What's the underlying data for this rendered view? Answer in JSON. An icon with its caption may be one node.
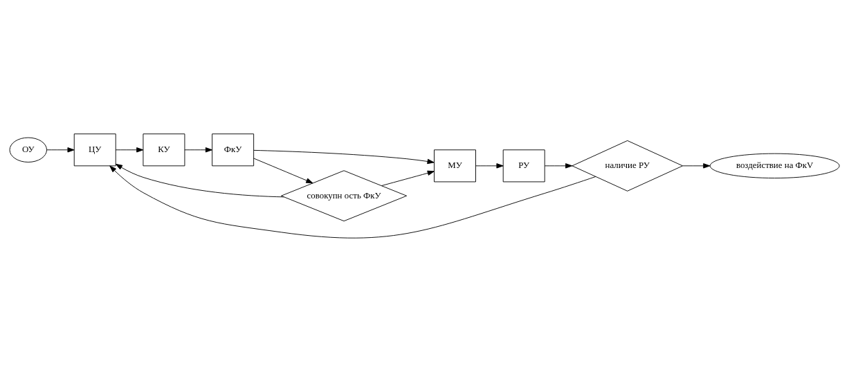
{
  "diagram": {
    "nodes": [
      {
        "text": [
          "ОУ"
        ]
      },
      {
        "text": [
          "ЦУ"
        ]
      },
      {
        "text": [
          "КУ"
        ]
      },
      {
        "text": [
          "ФкУ"
        ]
      },
      {
        "text": [
          "МУ"
        ]
      },
      {
        "text": [
          "РУ"
        ]
      },
      {
        "text": [
          "совокупн ость ФкУ"
        ]
      },
      {
        "text": [
          "наличие РУ"
        ]
      },
      {
        "text": [
          "воздействие на ФкV"
        ]
      }
    ],
    "edges": [
      {
        "from": 0,
        "to": 1,
        "arrow": "to"
      },
      {
        "from": 1,
        "to": 2,
        "arrow": "to"
      },
      {
        "from": 2,
        "to": 3,
        "arrow": "to"
      },
      {
        "from": 3,
        "to": 4,
        "arrow": "to"
      },
      {
        "from": 4,
        "to": 5,
        "arrow": "to"
      },
      {
        "from": 3,
        "to": 6,
        "arrow": "to"
      },
      {
        "from": 6,
        "to": 1,
        "arrow": "to"
      },
      {
        "from": 6,
        "to": 4,
        "arrow": "to"
      },
      {
        "from": 5,
        "to": 7,
        "arrow": "to"
      },
      {
        "from": 7,
        "to": 1,
        "arrow": "to"
      },
      {
        "from": 7,
        "to": 8,
        "arrow": "to"
      }
    ]
  }
}
